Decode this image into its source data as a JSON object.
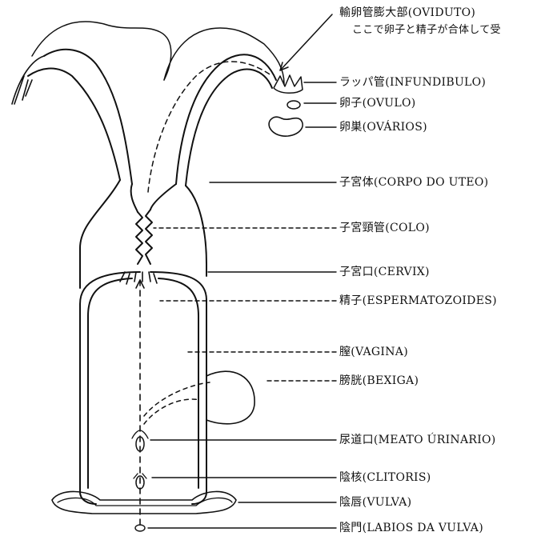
{
  "labels": {
    "oviduto": "輸卵管膨大部(OVIDUTO)",
    "oviduto_note": "ここで卵子と精子が合体して受",
    "infundibulo": "ラッパ管(INFUNDIBULO)",
    "ovulo": "卵子(OVULO)",
    "ovarios": "卵巣(OVÁRIOS)",
    "corpo_uteo": "子宮体(CORPO DO UTEO)",
    "colo": "子宮頸管(COLO)",
    "cervix": "子宮口(CERVIX)",
    "espermatozoides": "精子(ESPERMATOZOIDES)",
    "vagina": "膣(VAGINA)",
    "bexiga": "膀胱(BEXIGA)",
    "meato_urinario": "尿道口(MEATO ÚRINARIO)",
    "clitoris": "陰核(CLITORIS)",
    "vulva": "陰唇(VULVA)",
    "labios_vulva": "陰門(LABIOS DA VULVA)"
  },
  "colors": {
    "ink": "#111111",
    "paper": "#ffffff"
  }
}
